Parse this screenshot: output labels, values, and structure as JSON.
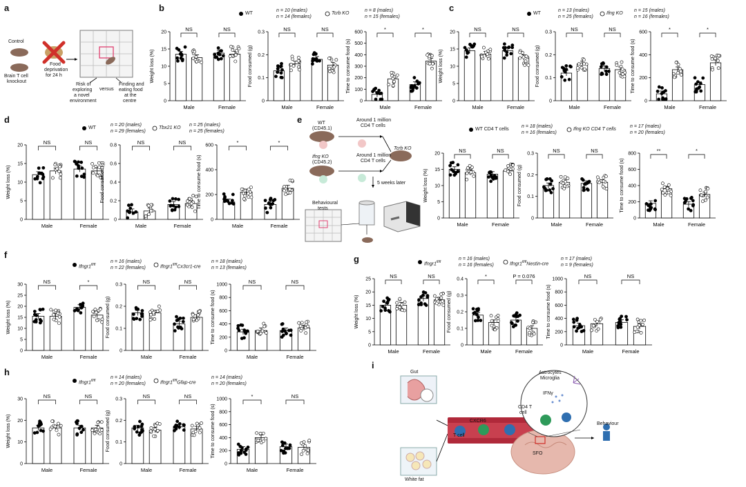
{
  "panels": {
    "a": {
      "letter": "a",
      "texts": {
        "control": "Control",
        "brain": "Brain T cell",
        "knockout": "knockout",
        "food1": "Food",
        "food2": "deprivation",
        "food3": "for 24 h",
        "risk1": "Risk of",
        "risk2": "exploring",
        "risk3": "a novel",
        "risk4": "environment",
        "versus": "versus",
        "find1": "Finding and",
        "find2": "eating food",
        "find3": "at the",
        "find4": "centre"
      }
    },
    "b": {
      "letter": "b",
      "wt_label": "WT",
      "wt_n1": "n = 10 (males)",
      "wt_n2": "n = 14 (females)",
      "ko_label": "Tcrb KO",
      "ko_n1": "n = 8 (males)",
      "ko_n2": "n = 15 (females)"
    },
    "c": {
      "letter": "c",
      "wt_label": "WT",
      "wt_n1": "n = 13 (males)",
      "wt_n2": "n = 25 (females)",
      "ko_label": "Ifng KO",
      "ko_n1": "n = 15 (males)",
      "ko_n2": "n = 16 (females)"
    },
    "d": {
      "letter": "d",
      "wt_label": "WT",
      "wt_n1": "n = 20 (males)",
      "wt_n2": "n = 29 (females)",
      "ko_label": "Tbx21 KO",
      "ko_n1": "n = 25 (males)",
      "ko_n2": "n = 25 (females)"
    },
    "e": {
      "letter": "e",
      "wt_label": "WT CD4 T cells",
      "wt_n1": "n = 18 (males)",
      "wt_n2": "n = 16 (females)",
      "ko_label": "Ifng KO CD4 T cells",
      "ko_n1": "n = 17 (males)",
      "ko_n2": "n = 20 (females)",
      "texts": {
        "wt": "WT",
        "cd451": "(CD45.1)",
        "around1": "Around 1 million",
        "cd4a": "CD4 T cells",
        "ifngko": "Ifng KO",
        "cd452": "(CD45.2)",
        "around2": "Around 1 million",
        "cd4b": "CD4 T cells",
        "tcrb": "Tcrb KO",
        "weeks": "5 weeks later",
        "beh1": "Behavioural",
        "beh2": "tests"
      }
    },
    "f": {
      "letter": "f",
      "wt_label": "Ifngr1",
      "wt_sup": "fl/fl",
      "wt_n1": "n = 16 (males)",
      "wt_n2": "n = 22 (females)",
      "ko_label": "Ifngr1",
      "ko_sup": "fl/fl",
      "ko_rest": "Cx3cr1-cre",
      "ko_n1": "n = 18 (males)",
      "ko_n2": "n = 13 (females)"
    },
    "g": {
      "letter": "g",
      "wt_label": "Ifngr1",
      "wt_sup": "fl/fl",
      "wt_n1": "n = 16 (males)",
      "wt_n2": "n = 16 (females)",
      "ko_label": "Ifngr1",
      "ko_sup": "fl/fl",
      "ko_rest": "Nestin-cre",
      "ko_n1": "n = 17 (males)",
      "ko_n2": "n = 9 (females)"
    },
    "h": {
      "letter": "h",
      "wt_label": "Ifngr1",
      "wt_sup": "fl/fl",
      "wt_n1": "n = 14 (males)",
      "wt_n2": "n = 20 (females)",
      "ko_label": "Ifngr1",
      "ko_sup": "fl/fl",
      "ko_rest": "Gfap-cre",
      "ko_n1": "n = 14 (males)",
      "ko_n2": "n = 20 (females)"
    },
    "i": {
      "letter": "i",
      "texts": {
        "gut": "Gut",
        "whitefat": "White fat",
        "cxcr6": "CXCR6",
        "tcell": "T cell",
        "astro": "Astrocytes",
        "micro": "Microglia",
        "ifng": "IFNγ",
        "cd4t1": "CD4 T",
        "cd4t2": "cell",
        "sfo": "SFO",
        "behaviour": "Behaviour"
      }
    }
  },
  "colors": {
    "dot_filled": "#000000",
    "dot_open": "#ffffff",
    "bar_edge": "#000000",
    "vessel": "#b0293a",
    "tcell_blue": "#2f6fb0",
    "tcell_green": "#2e9a5a"
  },
  "chart_data": [
    {
      "id": "b1",
      "type": "bar",
      "ylabel": "Weight loss (%)",
      "ylim": [
        0,
        20
      ],
      "ticks": [
        0,
        5,
        10,
        15,
        20
      ],
      "categories": [
        "Male",
        "Female"
      ],
      "sig": [
        "NS",
        "NS"
      ],
      "series": [
        {
          "name": "WT",
          "values": [
            13.5,
            13.8
          ]
        },
        {
          "name": "Tcrb KO",
          "values": [
            12.5,
            13.5
          ]
        }
      ]
    },
    {
      "id": "b2",
      "type": "bar",
      "ylabel": "Food consumed (g)",
      "ylim": [
        0,
        0.3
      ],
      "ticks": [
        0,
        0.1,
        0.2,
        0.3
      ],
      "categories": [
        "Male",
        "Female"
      ],
      "sig": [
        "NS",
        "NS"
      ],
      "series": [
        {
          "name": "WT",
          "values": [
            0.13,
            0.18
          ]
        },
        {
          "name": "Tcrb KO",
          "values": [
            0.16,
            0.155
          ]
        }
      ]
    },
    {
      "id": "b3",
      "type": "bar",
      "ylabel": "Time to consume food (s)",
      "ylim": [
        0,
        600
      ],
      "ticks": [
        0,
        100,
        200,
        300,
        400,
        500,
        600
      ],
      "categories": [
        "Male",
        "Female"
      ],
      "sig": [
        "*",
        "*"
      ],
      "series": [
        {
          "name": "WT",
          "values": [
            55,
            140
          ]
        },
        {
          "name": "Tcrb KO",
          "values": [
            190,
            345
          ]
        }
      ]
    },
    {
      "id": "c1",
      "type": "bar",
      "ylabel": "Weight loss (%)",
      "ylim": [
        0,
        20
      ],
      "ticks": [
        0,
        5,
        10,
        15,
        20
      ],
      "categories": [
        "Male",
        "Female"
      ],
      "sig": [
        "NS",
        "NS"
      ],
      "series": [
        {
          "name": "WT",
          "values": [
            14.5,
            14.5
          ]
        },
        {
          "name": "Ifng KO",
          "values": [
            13.5,
            12.5
          ]
        }
      ]
    },
    {
      "id": "c2",
      "type": "bar",
      "ylabel": "Food consumed (g)",
      "ylim": [
        0,
        0.3
      ],
      "ticks": [
        0,
        0.1,
        0.2,
        0.3
      ],
      "categories": [
        "Male",
        "Female"
      ],
      "sig": [
        "NS",
        "NS"
      ],
      "series": [
        {
          "name": "WT",
          "values": [
            0.12,
            0.14
          ]
        },
        {
          "name": "Ifng KO",
          "values": [
            0.16,
            0.135
          ]
        }
      ]
    },
    {
      "id": "c3",
      "type": "bar",
      "ylabel": "Time to consume food (s)",
      "ylim": [
        0,
        600
      ],
      "ticks": [
        0,
        200,
        400,
        600
      ],
      "categories": [
        "Male",
        "Female"
      ],
      "sig": [
        "*",
        "*"
      ],
      "series": [
        {
          "name": "WT",
          "values": [
            60,
            140
          ]
        },
        {
          "name": "Ifng KO",
          "values": [
            270,
            330
          ]
        }
      ]
    },
    {
      "id": "d1",
      "type": "bar",
      "ylabel": "Weight loss (%)",
      "ylim": [
        0,
        20
      ],
      "ticks": [
        0,
        5,
        10,
        15,
        20
      ],
      "categories": [
        "Male",
        "Female"
      ],
      "sig": [
        "NS",
        "NS"
      ],
      "series": [
        {
          "name": "WT",
          "values": [
            12.0,
            13.5
          ]
        },
        {
          "name": "Tbx21 KO",
          "values": [
            13.0,
            13.0
          ]
        }
      ]
    },
    {
      "id": "d2",
      "type": "bar",
      "ylabel": "Food consumed (g)",
      "ylim": [
        0,
        0.8
      ],
      "ticks": [
        0,
        0.2,
        0.4,
        0.6,
        0.8
      ],
      "categories": [
        "Male",
        "Female"
      ],
      "sig": [
        "NS",
        "NS"
      ],
      "series": [
        {
          "name": "WT",
          "values": [
            0.08,
            0.16
          ]
        },
        {
          "name": "Tbx21 KO",
          "values": [
            0.09,
            0.17
          ]
        }
      ]
    },
    {
      "id": "d3",
      "type": "bar",
      "ylabel": "Time to consume food (s)",
      "ylim": [
        0,
        600
      ],
      "ticks": [
        0,
        200,
        400,
        600
      ],
      "categories": [
        "Male",
        "Female"
      ],
      "sig": [
        "*",
        "*"
      ],
      "series": [
        {
          "name": "WT",
          "values": [
            140,
            120
          ]
        },
        {
          "name": "Tbx21 KO",
          "values": [
            220,
            250
          ]
        }
      ]
    },
    {
      "id": "e1",
      "type": "bar",
      "ylabel": "Weight loss (%)",
      "ylim": [
        0,
        20
      ],
      "ticks": [
        0,
        5,
        10,
        15,
        20
      ],
      "categories": [
        "Male",
        "Female"
      ],
      "sig": [
        "NS",
        "NS"
      ],
      "series": [
        {
          "name": "WT CD4 T cells",
          "values": [
            15.0,
            13.5
          ]
        },
        {
          "name": "Ifng KO CD4 T cells",
          "values": [
            14.0,
            14.5
          ]
        }
      ]
    },
    {
      "id": "e2",
      "type": "bar",
      "ylabel": "Food consumed (g)",
      "ylim": [
        0,
        0.3
      ],
      "ticks": [
        0,
        0.1,
        0.2,
        0.3
      ],
      "categories": [
        "Male",
        "Female"
      ],
      "sig": [
        "NS",
        "NS"
      ],
      "series": [
        {
          "name": "WT CD4 T cells",
          "values": [
            0.15,
            0.16
          ]
        },
        {
          "name": "Ifng KO CD4 T cells",
          "values": [
            0.165,
            0.165
          ]
        }
      ]
    },
    {
      "id": "e3",
      "type": "bar",
      "ylabel": "Time to consume food (s)",
      "ylim": [
        0,
        800
      ],
      "ticks": [
        0,
        200,
        400,
        600,
        800
      ],
      "categories": [
        "Male",
        "Female"
      ],
      "sig": [
        "**",
        "*"
      ],
      "series": [
        {
          "name": "WT CD4 T cells",
          "values": [
            180,
            170
          ]
        },
        {
          "name": "Ifng KO CD4 T cells",
          "values": [
            360,
            290
          ]
        }
      ]
    },
    {
      "id": "f1",
      "type": "bar",
      "ylabel": "Weight loss (%)",
      "ylim": [
        0,
        30
      ],
      "ticks": [
        0,
        5,
        10,
        15,
        20,
        25,
        30
      ],
      "categories": [
        "Male",
        "Female"
      ],
      "sig": [
        "NS",
        "*"
      ],
      "series": [
        {
          "name": "Ifngr1fl/fl",
          "values": [
            15.5,
            19.5
          ]
        },
        {
          "name": "Ifngr1fl/fl Cx3cr1-cre",
          "values": [
            15.5,
            16.0
          ]
        }
      ]
    },
    {
      "id": "f2",
      "type": "bar",
      "ylabel": "Food consumed (g)",
      "ylim": [
        0,
        0.3
      ],
      "ticks": [
        0,
        0.1,
        0.2,
        0.3
      ],
      "categories": [
        "Male",
        "Female"
      ],
      "sig": [
        "NS",
        "NS"
      ],
      "series": [
        {
          "name": "Ifngr1fl/fl",
          "values": [
            0.17,
            0.12
          ]
        },
        {
          "name": "Ifngr1fl/fl Cx3cr1-cre",
          "values": [
            0.17,
            0.15
          ]
        }
      ]
    },
    {
      "id": "f3",
      "type": "bar",
      "ylabel": "Time to consume food (s)",
      "ylim": [
        0,
        1000
      ],
      "ticks": [
        0,
        200,
        400,
        600,
        800,
        1000
      ],
      "categories": [
        "Male",
        "Female"
      ],
      "sig": [
        "NS",
        "NS"
      ],
      "series": [
        {
          "name": "Ifngr1fl/fl",
          "values": [
            280,
            300
          ]
        },
        {
          "name": "Ifngr1fl/fl Cx3cr1-cre",
          "values": [
            300,
            340
          ]
        }
      ]
    },
    {
      "id": "g1",
      "type": "bar",
      "ylabel": "Weight loss (%)",
      "ylim": [
        0,
        25
      ],
      "ticks": [
        0,
        5,
        10,
        15,
        20,
        25
      ],
      "categories": [
        "Male",
        "Female"
      ],
      "sig": [
        "NS",
        "NS"
      ],
      "series": [
        {
          "name": "Ifngr1fl/fl",
          "values": [
            15.0,
            17.5
          ]
        },
        {
          "name": "Ifngr1fl/fl Nestin-cre",
          "values": [
            15.0,
            17.0
          ]
        }
      ]
    },
    {
      "id": "g2",
      "type": "bar",
      "ylabel": "Food consumed (g)",
      "ylim": [
        0,
        0.4
      ],
      "ticks": [
        0,
        0.1,
        0.2,
        0.3,
        0.4
      ],
      "categories": [
        "Male",
        "Female"
      ],
      "sig": [
        "*",
        "P = 0.076"
      ],
      "series": [
        {
          "name": "Ifngr1fl/fl",
          "values": [
            0.18,
            0.15
          ]
        },
        {
          "name": "Ifngr1fl/fl Nestin-cre",
          "values": [
            0.135,
            0.1
          ]
        }
      ]
    },
    {
      "id": "g3",
      "type": "bar",
      "ylabel": "Time to consume food (s)",
      "ylim": [
        0,
        1000
      ],
      "ticks": [
        0,
        200,
        400,
        600,
        800,
        1000
      ],
      "categories": [
        "Male",
        "Female"
      ],
      "sig": [
        "NS",
        "NS"
      ],
      "series": [
        {
          "name": "Ifngr1fl/fl",
          "values": [
            290,
            340
          ]
        },
        {
          "name": "Ifngr1fl/fl Nestin-cre",
          "values": [
            320,
            280
          ]
        }
      ]
    },
    {
      "id": "h1",
      "type": "bar",
      "ylabel": "Weight loss (%)",
      "ylim": [
        0,
        30
      ],
      "ticks": [
        0,
        10,
        20,
        30
      ],
      "categories": [
        "Male",
        "Female"
      ],
      "sig": [
        "NS",
        "NS"
      ],
      "series": [
        {
          "name": "Ifngr1fl/fl",
          "values": [
            16.5,
            16.5
          ]
        },
        {
          "name": "Ifngr1fl/fl Gfap-cre",
          "values": [
            16.5,
            16.5
          ]
        }
      ]
    },
    {
      "id": "h2",
      "type": "bar",
      "ylabel": "Food consumed (g)",
      "ylim": [
        0,
        0.3
      ],
      "ticks": [
        0,
        0.1,
        0.2,
        0.3
      ],
      "categories": [
        "Male",
        "Female"
      ],
      "sig": [
        "NS",
        "NS"
      ],
      "series": [
        {
          "name": "Ifngr1fl/fl",
          "values": [
            0.165,
            0.17
          ]
        },
        {
          "name": "Ifngr1fl/fl Gfap-cre",
          "values": [
            0.155,
            0.16
          ]
        }
      ]
    },
    {
      "id": "h3",
      "type": "bar",
      "ylabel": "Time to consume food (s)",
      "ylim": [
        0,
        1000
      ],
      "ticks": [
        0,
        200,
        400,
        600,
        800,
        1000
      ],
      "categories": [
        "Male",
        "Female"
      ],
      "sig": [
        "*",
        "NS"
      ],
      "series": [
        {
          "name": "Ifngr1fl/fl",
          "values": [
            220,
            260
          ]
        },
        {
          "name": "Ifngr1fl/fl Gfap-cre",
          "values": [
            400,
            250
          ]
        }
      ]
    }
  ]
}
